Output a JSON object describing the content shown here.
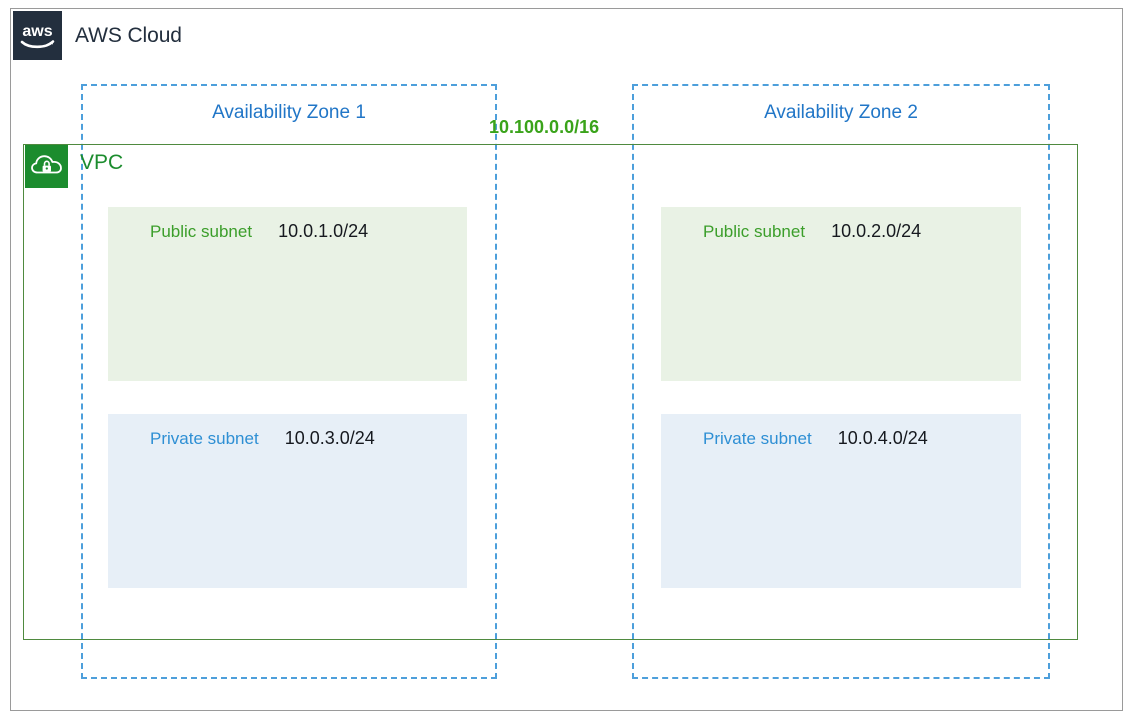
{
  "cloud": {
    "title": "AWS Cloud",
    "logo_icon": "aws-logo-icon"
  },
  "vpc": {
    "label": "VPC",
    "icon": "vpc-cloud-lock-icon",
    "cidr": "10.100.0.0/16"
  },
  "availability_zones": [
    {
      "label": "Availability Zone 1"
    },
    {
      "label": "Availability Zone 2"
    }
  ],
  "subnets": [
    {
      "name": "Public subnet",
      "cidr": "10.0.1.0/24",
      "type": "public",
      "zone": "Availability Zone 1"
    },
    {
      "name": "Public subnet",
      "cidr": "10.0.2.0/24",
      "type": "public",
      "zone": "Availability Zone 2"
    },
    {
      "name": "Private subnet",
      "cidr": "10.0.3.0/24",
      "type": "private",
      "zone": "Availability Zone 1"
    },
    {
      "name": "Private subnet",
      "cidr": "10.0.4.0/24",
      "type": "private",
      "zone": "Availability Zone 2"
    }
  ],
  "colors": {
    "aws_navy": "#232f3e",
    "vpc_green": "#1c8c2e",
    "vpc_border_green": "#4f8a3f",
    "cidr_green": "#3aa31a",
    "az_blue": "#2176c7",
    "az_dash_blue": "#4d9fdb",
    "public_fill": "#e9f2e5",
    "private_fill": "#e7eff7",
    "public_text": "#3b9e2a",
    "private_text": "#2e8fd4",
    "frame_gray": "#9a9a9a"
  }
}
